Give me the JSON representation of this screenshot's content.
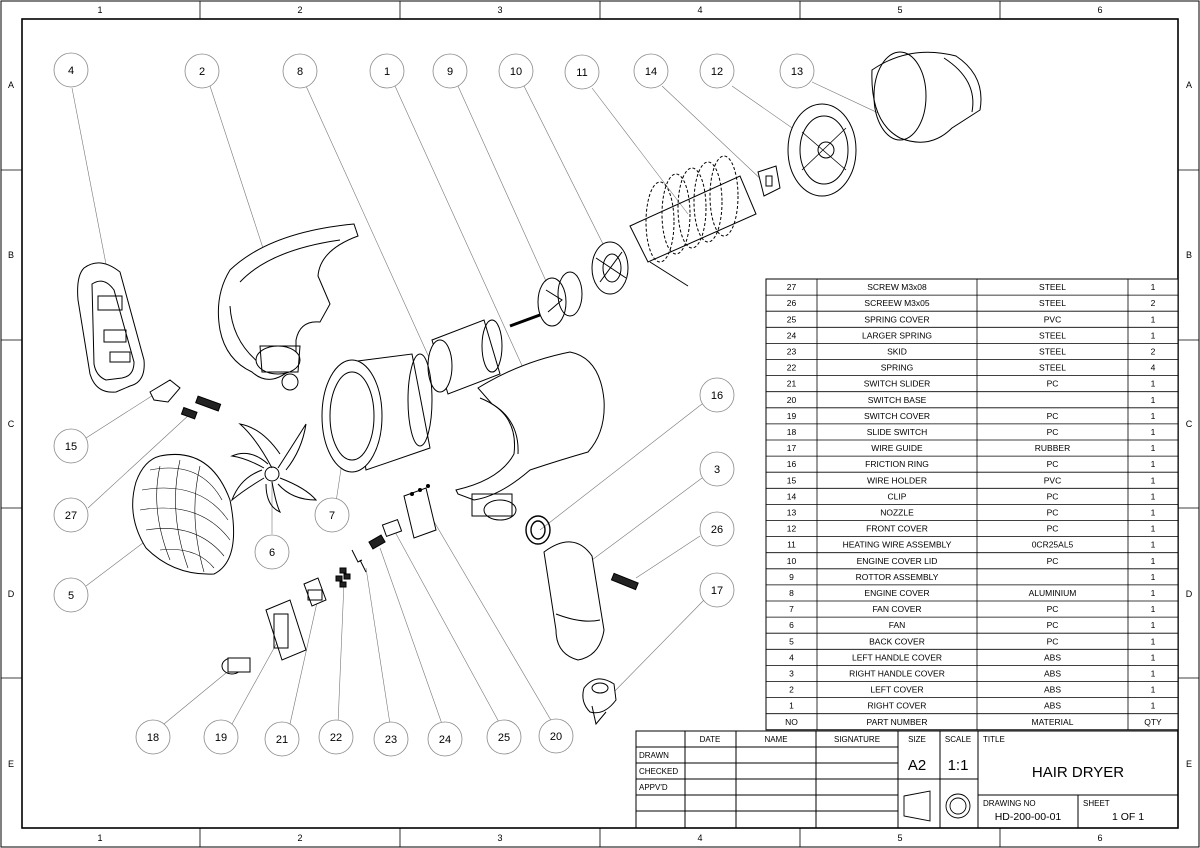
{
  "frame": {
    "columns": [
      "1",
      "2",
      "3",
      "4",
      "5",
      "6"
    ],
    "rows": [
      "A",
      "B",
      "C",
      "D",
      "E"
    ]
  },
  "balloons": [
    {
      "label": "4"
    },
    {
      "label": "2"
    },
    {
      "label": "8"
    },
    {
      "label": "1"
    },
    {
      "label": "9"
    },
    {
      "label": "10"
    },
    {
      "label": "11"
    },
    {
      "label": "14"
    },
    {
      "label": "12"
    },
    {
      "label": "13"
    },
    {
      "label": "15"
    },
    {
      "label": "27"
    },
    {
      "label": "5"
    },
    {
      "label": "6"
    },
    {
      "label": "7"
    },
    {
      "label": "16"
    },
    {
      "label": "3"
    },
    {
      "label": "26"
    },
    {
      "label": "17"
    },
    {
      "label": "18"
    },
    {
      "label": "19"
    },
    {
      "label": "21"
    },
    {
      "label": "22"
    },
    {
      "label": "23"
    },
    {
      "label": "24"
    },
    {
      "label": "25"
    },
    {
      "label": "20"
    }
  ],
  "bom": {
    "header": {
      "no": "NO",
      "part": "PART NUMBER",
      "material": "MATERIAL",
      "qty": "QTY"
    },
    "rows": [
      {
        "no": "27",
        "part": "SCREW M3x08",
        "material": "STEEL",
        "qty": "1"
      },
      {
        "no": "26",
        "part": "SCREEW M3x05",
        "material": "STEEL",
        "qty": "2"
      },
      {
        "no": "25",
        "part": "SPRING COVER",
        "material": "PVC",
        "qty": "1"
      },
      {
        "no": "24",
        "part": "LARGER SPRING",
        "material": "STEEL",
        "qty": "1"
      },
      {
        "no": "23",
        "part": "SKID",
        "material": "STEEL",
        "qty": "2"
      },
      {
        "no": "22",
        "part": "SPRING",
        "material": "STEEL",
        "qty": "4"
      },
      {
        "no": "21",
        "part": "SWITCH SLIDER",
        "material": "PC",
        "qty": "1"
      },
      {
        "no": "20",
        "part": "SWITCH BASE",
        "material": "",
        "qty": "1"
      },
      {
        "no": "19",
        "part": "SWITCH COVER",
        "material": "PC",
        "qty": "1"
      },
      {
        "no": "18",
        "part": "SLIDE SWITCH",
        "material": "PC",
        "qty": "1"
      },
      {
        "no": "17",
        "part": "WIRE GUIDE",
        "material": "RUBBER",
        "qty": "1"
      },
      {
        "no": "16",
        "part": "FRICTION RING",
        "material": "PC",
        "qty": "1"
      },
      {
        "no": "15",
        "part": "WIRE HOLDER",
        "material": "PVC",
        "qty": "1"
      },
      {
        "no": "14",
        "part": "CLIP",
        "material": "PC",
        "qty": "1"
      },
      {
        "no": "13",
        "part": "NOZZLE",
        "material": "PC",
        "qty": "1"
      },
      {
        "no": "12",
        "part": "FRONT COVER",
        "material": "PC",
        "qty": "1"
      },
      {
        "no": "11",
        "part": "HEATING WIRE ASSEMBLY",
        "material": "0CR25AL5",
        "qty": "1"
      },
      {
        "no": "10",
        "part": "ENGINE COVER LID",
        "material": "PC",
        "qty": "1"
      },
      {
        "no": "9",
        "part": "ROTTOR ASSEMBLY",
        "material": "",
        "qty": "1"
      },
      {
        "no": "8",
        "part": "ENGINE COVER",
        "material": "ALUMINIUM",
        "qty": "1"
      },
      {
        "no": "7",
        "part": "FAN COVER",
        "material": "PC",
        "qty": "1"
      },
      {
        "no": "6",
        "part": "FAN",
        "material": "PC",
        "qty": "1"
      },
      {
        "no": "5",
        "part": "BACK COVER",
        "material": "PC",
        "qty": "1"
      },
      {
        "no": "4",
        "part": "LEFT HANDLE COVER",
        "material": "ABS",
        "qty": "1"
      },
      {
        "no": "3",
        "part": "RIGHT HANDLE COVER",
        "material": "ABS",
        "qty": "1"
      },
      {
        "no": "2",
        "part": "LEFT COVER",
        "material": "ABS",
        "qty": "1"
      },
      {
        "no": "1",
        "part": "RIGHT COVER",
        "material": "ABS",
        "qty": "1"
      }
    ]
  },
  "title_block": {
    "col_date": "DATE",
    "col_name": "NAME",
    "col_signature": "SIGNATURE",
    "row_drawn": "DRAWN",
    "row_checked": "CHECKED",
    "row_approved": "APPV'D",
    "size_label": "SIZE",
    "size_value": "A2",
    "scale_label": "SCALE",
    "scale_value": "1:1",
    "title_label": "TITLE",
    "title_value": "HAIR DRYER",
    "drawing_no_label": "DRAWING NO",
    "drawing_no_value": "HD-200-00-01",
    "sheet_label": "SHEET",
    "sheet_value": "1 OF 1"
  }
}
